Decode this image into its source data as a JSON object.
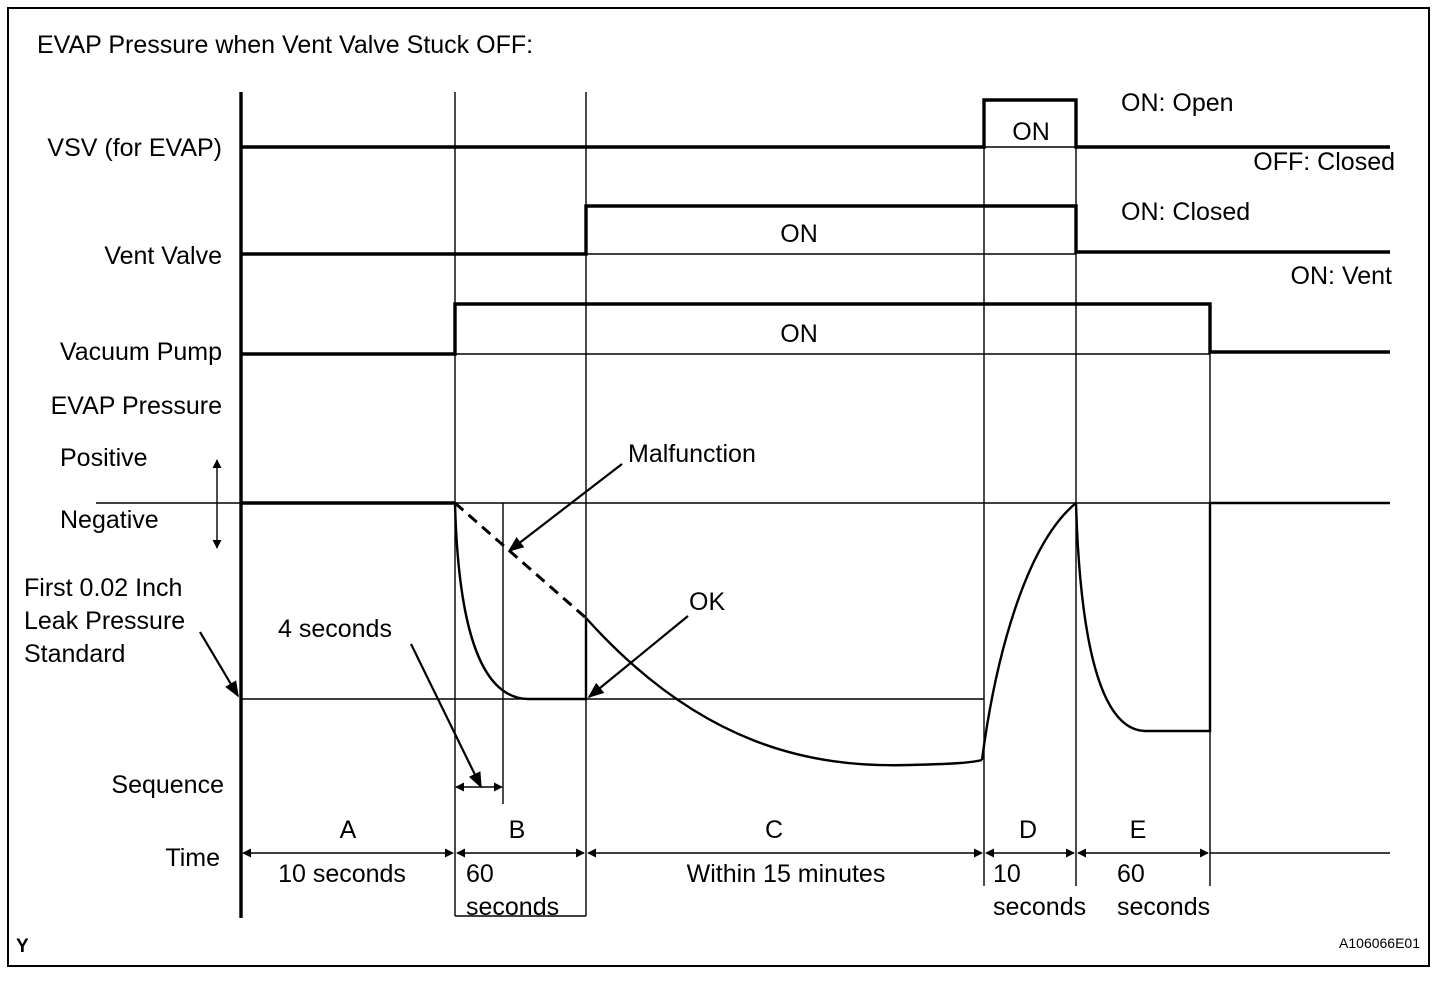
{
  "title": "EVAP Pressure when Vent Valve Stuck OFF:",
  "rows": {
    "vsv": "VSV (for EVAP)",
    "vent_valve": "Vent Valve",
    "vacuum_pump": "Vacuum Pump",
    "evap_pressure": "EVAP Pressure",
    "positive": "Positive",
    "negative": "Negative",
    "leak_standard": [
      "First 0.02 Inch",
      "Leak Pressure",
      "Standard"
    ],
    "sequence": "Sequence",
    "time": "Time"
  },
  "states": {
    "vsv_on_open": "ON: Open",
    "vsv_off_closed": "OFF: Closed",
    "vent_on_closed": "ON: Closed",
    "vent_on_vent": "ON: Vent",
    "on": "ON"
  },
  "annotations": {
    "malfunction": "Malfunction",
    "ok": "OK",
    "four_seconds": "4 seconds"
  },
  "sequence": [
    {
      "id": "A",
      "duration": [
        "10 seconds"
      ]
    },
    {
      "id": "B",
      "duration": [
        "60",
        "seconds"
      ]
    },
    {
      "id": "C",
      "duration": [
        "Within 15 minutes"
      ]
    },
    {
      "id": "D",
      "duration": [
        "10",
        "seconds"
      ]
    },
    {
      "id": "E",
      "duration": [
        "60",
        "seconds"
      ]
    }
  ],
  "footer": {
    "corner_mark": "Y",
    "figure_code": "A106066E01"
  }
}
